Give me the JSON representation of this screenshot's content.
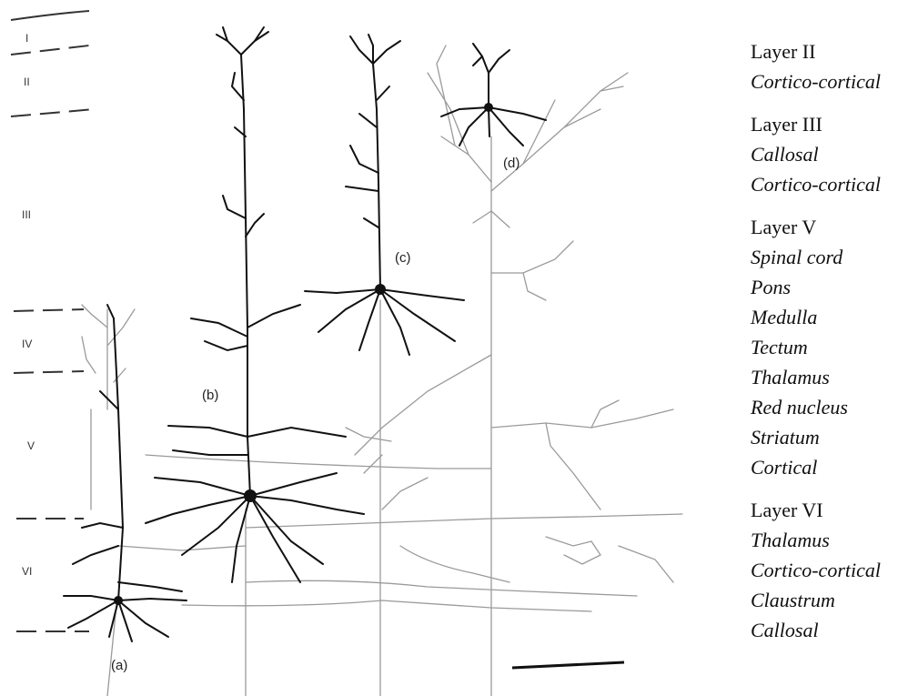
{
  "cortical_layers": {
    "layer_labels": [
      "I",
      "II",
      "III",
      "IV",
      "V",
      "VI"
    ]
  },
  "neuron_labels": [
    "(a)",
    "(b)",
    "(c)",
    "(d)"
  ],
  "projections": [
    {
      "heading": "Layer II",
      "targets": [
        "Cortico-cortical"
      ]
    },
    {
      "heading": "Layer III",
      "targets": [
        "Callosal",
        "Cortico-cortical"
      ]
    },
    {
      "heading": "Layer V",
      "targets": [
        "Spinal cord",
        "Pons",
        "Medulla",
        "Tectum",
        "Thalamus",
        "Red nucleus",
        "Striatum",
        "Cortical"
      ]
    },
    {
      "heading": "Layer VI",
      "targets": [
        "Thalamus",
        "Cortico-cortical",
        "Claustrum",
        "Callosal"
      ]
    }
  ],
  "colors": {
    "ink": "#111111",
    "faint_axon": "#9a9a9a",
    "boundary": "#333333"
  }
}
